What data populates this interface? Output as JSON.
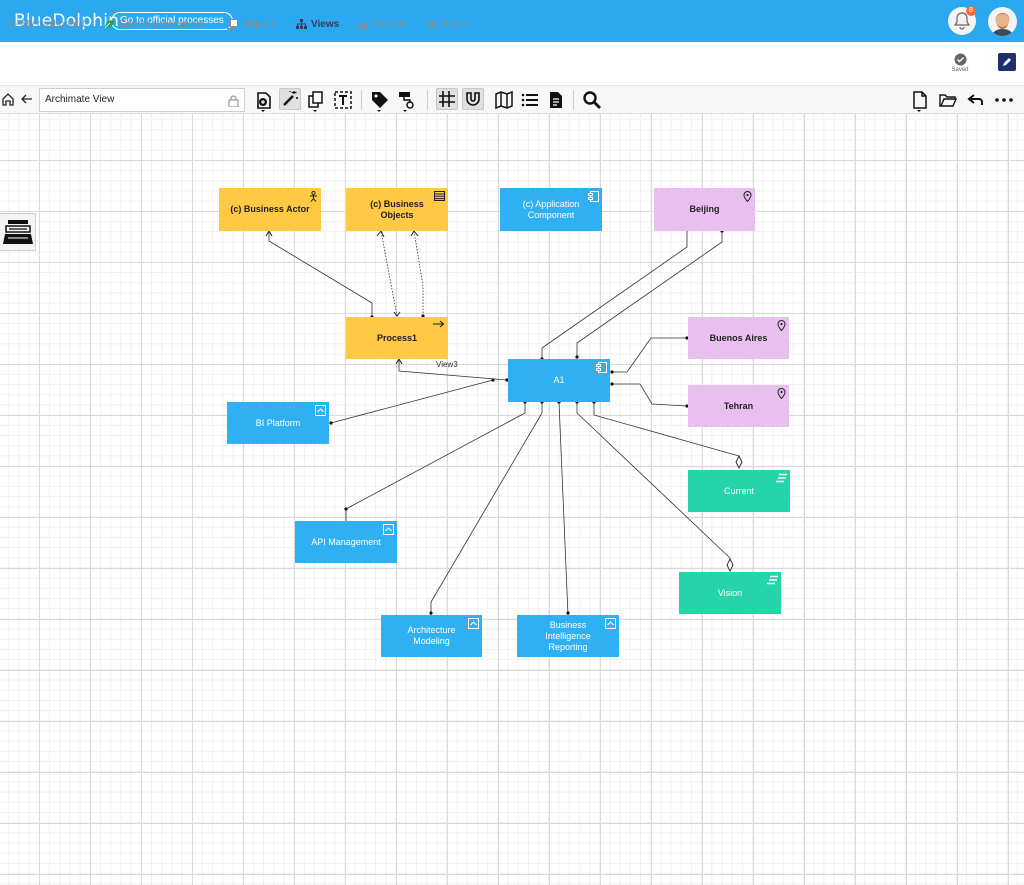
{
  "header": {
    "brand": "BlueDolphin",
    "official_button": "Go to official processes",
    "notification_count": "8"
  },
  "nav": {
    "items": [
      {
        "label": "My dashboard",
        "icon": "pulse-icon"
      },
      {
        "label": "Source processing",
        "icon": "leaf-icon"
      },
      {
        "label": "Objects",
        "icon": "objects-icon"
      },
      {
        "label": "Views",
        "icon": "views-icon",
        "active": true
      },
      {
        "label": "Reports",
        "icon": "bar-chart-icon"
      },
      {
        "label": "Admin",
        "icon": "gear-icon"
      }
    ],
    "saved_label": "Saved"
  },
  "toolbar": {
    "view_name": "Archimate View"
  },
  "diagram": {
    "nodes": {
      "business_actor": "(c) Business Actor",
      "business_objects": "(c) Business Objects",
      "application_component": "(c) Application Component",
      "beijing": "Beijing",
      "process1": "Process1",
      "buenos_aires": "Buenos Aires",
      "tehran": "Tehran",
      "a1": "A1",
      "bi_platform": "BI Platform",
      "current": "Current",
      "api_management": "API Management",
      "vision": "Vision",
      "architecture_modeling": "Architecture Modeling",
      "bi_reporting": "Business Intelligence Reporting"
    },
    "edge_label": "View3"
  },
  "colors": {
    "header": "#2aa9f0",
    "business": "#ffc845",
    "application": "#2fb0f2",
    "location": "#e9bff0",
    "motivation": "#25d5a9"
  }
}
